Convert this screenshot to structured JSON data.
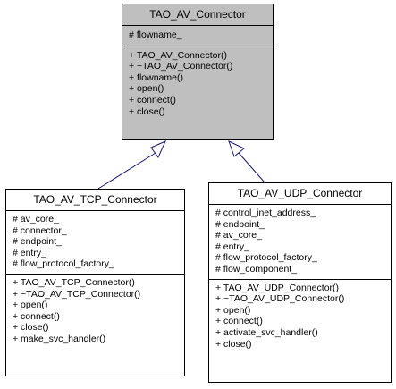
{
  "base": {
    "name": "TAO_AV_Connector",
    "attributes": [
      "# flowname_"
    ],
    "methods": [
      "+ TAO_AV_Connector()",
      "+ ~TAO_AV_Connector()",
      "+ flowname()",
      "+ open()",
      "+ connect()",
      "+ close()"
    ]
  },
  "tcp": {
    "name": "TAO_AV_TCP_Connector",
    "attributes": [
      "# av_core_",
      "# connector_",
      "# endpoint_",
      "# entry_",
      "# flow_protocol_factory_"
    ],
    "methods": [
      "+ TAO_AV_TCP_Connector()",
      "+ ~TAO_AV_TCP_Connector()",
      "+ open()",
      "+ connect()",
      "+ close()",
      "+ make_svc_handler()"
    ]
  },
  "udp": {
    "name": "TAO_AV_UDP_Connector",
    "attributes": [
      "# control_inet_address_",
      "# endpoint_",
      "# av_core_",
      "# entry_",
      "# flow_protocol_factory_",
      "# flow_component_"
    ],
    "methods": [
      "+ TAO_AV_UDP_Connector()",
      "+ ~TAO_AV_UDP_Connector()",
      "+ open()",
      "+ connect()",
      "+ activate_svc_handler()",
      "+ close()"
    ]
  },
  "colors": {
    "base_fill": "#bfbfbf",
    "edge": "#191970"
  }
}
